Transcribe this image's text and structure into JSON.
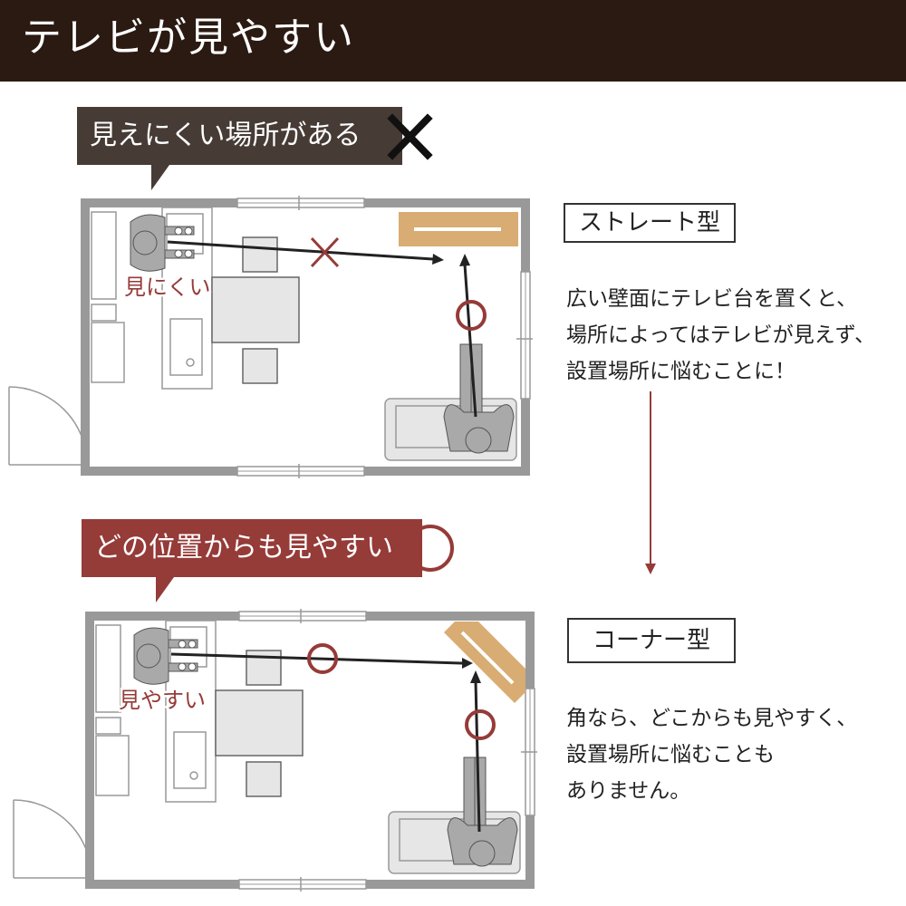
{
  "header": {
    "title": "テレビが見やすい"
  },
  "top": {
    "callout": "見えにくい場所がある",
    "callout_mark": "cross-mark-icon",
    "viewer_label": "見にくい",
    "type_label": "ストレート型",
    "description": [
      "広い壁面にテレビ台を置くと、",
      "場所によってはテレビが見えず、",
      "設置場所に悩むことに！"
    ]
  },
  "bottom": {
    "callout": "どの位置からも見やすい",
    "callout_mark": "circle-mark-icon",
    "viewer_label": "見やすい",
    "type_label": "コーナー型",
    "description": [
      "角なら、どこからも見やすく、",
      "設置場所に悩むことも",
      "ありません。"
    ]
  },
  "colors": {
    "header_bg": "#2b1a12",
    "callout_bad": "#463b35",
    "callout_good": "#953b38",
    "accent_red": "#953b38",
    "tv_stand": "#d8ac72",
    "wall": "#999999",
    "furniture": "#e6e6e6"
  }
}
